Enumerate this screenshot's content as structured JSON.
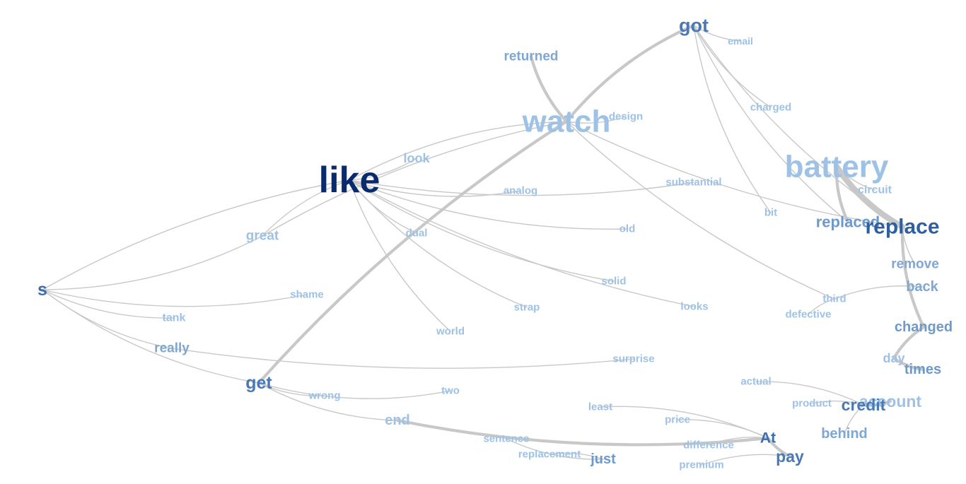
{
  "chart_data": {
    "type": "word-network",
    "words": [
      {
        "id": "got",
        "text": "got",
        "color": "#4a79b5"
      },
      {
        "id": "email",
        "text": "email",
        "color": "#9ec2e6"
      },
      {
        "id": "returned",
        "text": "returned",
        "color": "#7ea7d2"
      },
      {
        "id": "charged",
        "text": "charged",
        "color": "#9ec2e6"
      },
      {
        "id": "watch",
        "text": "watch",
        "color": "#9ec2e6"
      },
      {
        "id": "design",
        "text": "design",
        "color": "#9ec2e6"
      },
      {
        "id": "battery",
        "text": "battery",
        "color": "#9ec2e6"
      },
      {
        "id": "like",
        "text": "like",
        "color": "#082a6e"
      },
      {
        "id": "look",
        "text": "look",
        "color": "#9ec2e6"
      },
      {
        "id": "substantial",
        "text": "substantial",
        "color": "#9ec2e6"
      },
      {
        "id": "analog",
        "text": "analog",
        "color": "#9ec2e6"
      },
      {
        "id": "circuit",
        "text": "circuit",
        "color": "#9ec2e6"
      },
      {
        "id": "bit",
        "text": "bit",
        "color": "#9ec2e6"
      },
      {
        "id": "replaced",
        "text": "replaced",
        "color": "#6e99cb"
      },
      {
        "id": "replace",
        "text": "replace",
        "color": "#2f5fa0"
      },
      {
        "id": "great",
        "text": "great",
        "color": "#9ec2e6"
      },
      {
        "id": "dual",
        "text": "dual",
        "color": "#9ec2e6"
      },
      {
        "id": "old",
        "text": "old",
        "color": "#9ec2e6"
      },
      {
        "id": "remove",
        "text": "remove",
        "color": "#7ea7d2"
      },
      {
        "id": "s",
        "text": "s",
        "color": "#3c6cae"
      },
      {
        "id": "shame",
        "text": "shame",
        "color": "#9ec2e6"
      },
      {
        "id": "solid",
        "text": "solid",
        "color": "#9ec2e6"
      },
      {
        "id": "back",
        "text": "back",
        "color": "#7ea7d2"
      },
      {
        "id": "third",
        "text": "third",
        "color": "#9ec2e6"
      },
      {
        "id": "strap",
        "text": "strap",
        "color": "#9ec2e6"
      },
      {
        "id": "looks",
        "text": "looks",
        "color": "#9ec2e6"
      },
      {
        "id": "tank",
        "text": "tank",
        "color": "#9ec2e6"
      },
      {
        "id": "defective",
        "text": "defective",
        "color": "#9ec2e6"
      },
      {
        "id": "changed",
        "text": "changed",
        "color": "#6e99cb"
      },
      {
        "id": "world",
        "text": "world",
        "color": "#9ec2e6"
      },
      {
        "id": "really",
        "text": "really",
        "color": "#7ea7d2"
      },
      {
        "id": "surprise",
        "text": "surprise",
        "color": "#9ec2e6"
      },
      {
        "id": "day",
        "text": "day",
        "color": "#9ec2e6"
      },
      {
        "id": "times",
        "text": "times",
        "color": "#6e99cb"
      },
      {
        "id": "get",
        "text": "get",
        "color": "#4a79b5"
      },
      {
        "id": "actual",
        "text": "actual",
        "color": "#9ec2e6"
      },
      {
        "id": "two",
        "text": "two",
        "color": "#9ec2e6"
      },
      {
        "id": "wrong",
        "text": "wrong",
        "color": "#9ec2e6"
      },
      {
        "id": "account",
        "text": "account",
        "color": "#9ec2e6"
      },
      {
        "id": "product",
        "text": "product",
        "color": "#9ec2e6"
      },
      {
        "id": "credit",
        "text": "credit",
        "color": "#4a79b5"
      },
      {
        "id": "least",
        "text": "least",
        "color": "#9ec2e6"
      },
      {
        "id": "end",
        "text": "end",
        "color": "#9ec2e6"
      },
      {
        "id": "price",
        "text": "price",
        "color": "#9ec2e6"
      },
      {
        "id": "behind",
        "text": "behind",
        "color": "#7ea7d2"
      },
      {
        "id": "sentence",
        "text": "sentence",
        "color": "#9ec2e6"
      },
      {
        "id": "at",
        "text": "At",
        "color": "#3c6cae"
      },
      {
        "id": "difference",
        "text": "difference",
        "color": "#9ec2e6"
      },
      {
        "id": "replacement",
        "text": "replacement",
        "color": "#9ec2e6"
      },
      {
        "id": "just",
        "text": "just",
        "color": "#6e99cb"
      },
      {
        "id": "pay",
        "text": "pay",
        "color": "#4a79b5"
      },
      {
        "id": "premium",
        "text": "premium",
        "color": "#9ec2e6"
      }
    ],
    "edges": [
      {
        "from": "got",
        "to": "watch",
        "weight": 3
      },
      {
        "from": "watch",
        "to": "get",
        "weight": 3
      },
      {
        "from": "returned",
        "to": "watch",
        "weight": 3
      },
      {
        "from": "got",
        "to": "email",
        "weight": 1
      },
      {
        "from": "got",
        "to": "charged",
        "weight": 1
      },
      {
        "from": "got",
        "to": "bit",
        "weight": 1
      },
      {
        "from": "got",
        "to": "replace",
        "weight": 1
      },
      {
        "from": "got",
        "to": "replaced",
        "weight": 1
      },
      {
        "from": "watch",
        "to": "design",
        "weight": 1
      },
      {
        "from": "watch",
        "to": "like",
        "weight": 1
      },
      {
        "from": "watch",
        "to": "great",
        "weight": 1
      },
      {
        "from": "watch",
        "to": "replace",
        "weight": 1
      },
      {
        "from": "watch",
        "to": "third",
        "weight": 1
      },
      {
        "from": "battery",
        "to": "replace",
        "weight": 6
      },
      {
        "from": "battery",
        "to": "replaced",
        "weight": 3
      },
      {
        "from": "battery",
        "to": "circuit",
        "weight": 1
      },
      {
        "from": "replace",
        "to": "changed",
        "weight": 3
      },
      {
        "from": "replace",
        "to": "remove",
        "weight": 1
      },
      {
        "from": "changed",
        "to": "day",
        "weight": 3
      },
      {
        "from": "day",
        "to": "times",
        "weight": 3
      },
      {
        "from": "back",
        "to": "third",
        "weight": 1
      },
      {
        "from": "third",
        "to": "defective",
        "weight": 1
      },
      {
        "from": "like",
        "to": "look",
        "weight": 1
      },
      {
        "from": "like",
        "to": "analog",
        "weight": 1
      },
      {
        "from": "like",
        "to": "substantial",
        "weight": 1
      },
      {
        "from": "like",
        "to": "dual",
        "weight": 1
      },
      {
        "from": "like",
        "to": "old",
        "weight": 1
      },
      {
        "from": "like",
        "to": "solid",
        "weight": 1
      },
      {
        "from": "like",
        "to": "looks",
        "weight": 1
      },
      {
        "from": "like",
        "to": "strap",
        "weight": 1
      },
      {
        "from": "like",
        "to": "world",
        "weight": 1
      },
      {
        "from": "like",
        "to": "great",
        "weight": 1
      },
      {
        "from": "like",
        "to": "s",
        "weight": 1
      },
      {
        "from": "s",
        "to": "great",
        "weight": 1
      },
      {
        "from": "s",
        "to": "shame",
        "weight": 1
      },
      {
        "from": "s",
        "to": "tank",
        "weight": 1
      },
      {
        "from": "s",
        "to": "really",
        "weight": 1
      },
      {
        "from": "s",
        "to": "get",
        "weight": 1
      },
      {
        "from": "really",
        "to": "surprise",
        "weight": 1
      },
      {
        "from": "get",
        "to": "wrong",
        "weight": 1
      },
      {
        "from": "get",
        "to": "two",
        "weight": 1
      },
      {
        "from": "get",
        "to": "end",
        "weight": 1
      },
      {
        "from": "end",
        "to": "at",
        "weight": 3
      },
      {
        "from": "at",
        "to": "pay",
        "weight": 3
      },
      {
        "from": "at",
        "to": "least",
        "weight": 1
      },
      {
        "from": "at",
        "to": "price",
        "weight": 1
      },
      {
        "from": "at",
        "to": "difference",
        "weight": 1
      },
      {
        "from": "pay",
        "to": "premium",
        "weight": 1
      },
      {
        "from": "credit",
        "to": "account",
        "weight": 3
      },
      {
        "from": "credit",
        "to": "actual",
        "weight": 1
      },
      {
        "from": "credit",
        "to": "product",
        "weight": 1
      },
      {
        "from": "credit",
        "to": "behind",
        "weight": 1
      },
      {
        "from": "sentence",
        "to": "just",
        "weight": 1
      },
      {
        "from": "just",
        "to": "replacement",
        "weight": 1
      }
    ]
  }
}
